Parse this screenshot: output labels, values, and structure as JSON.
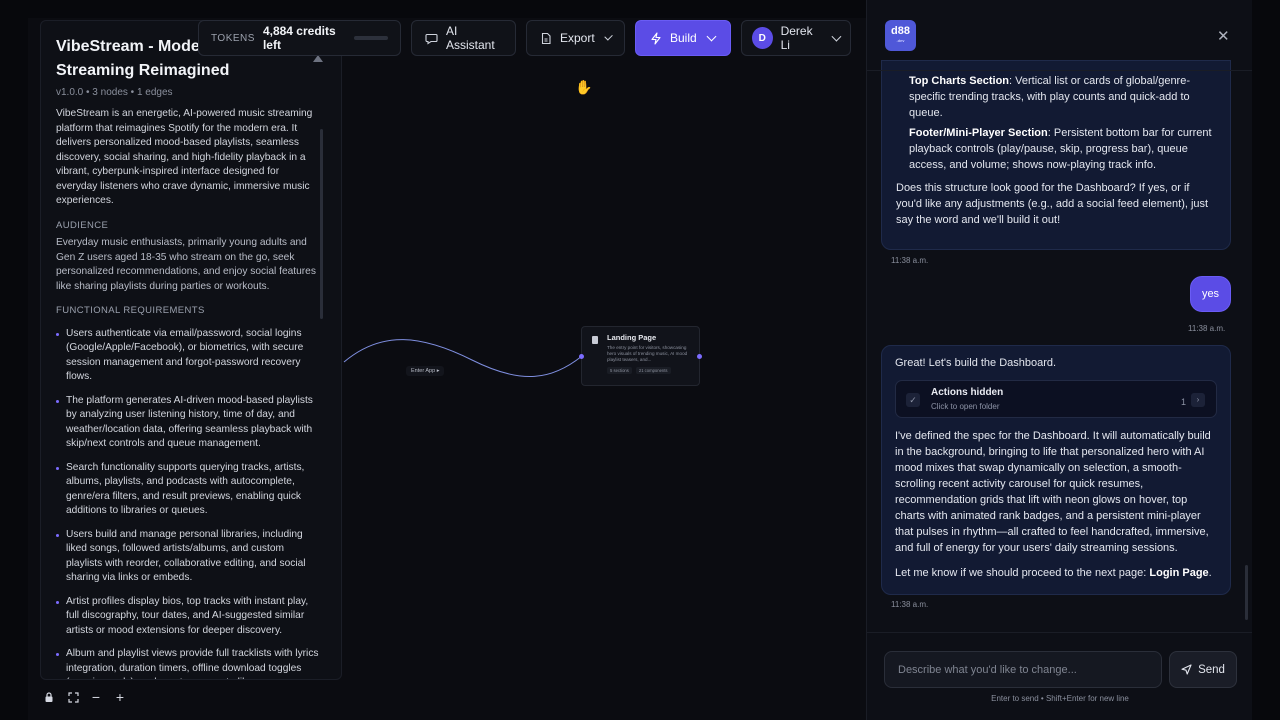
{
  "spec": {
    "title": "VibeStream - Modern Music Streaming Reimagined",
    "meta": "v1.0.0 • 3 nodes • 1 edges",
    "description": "VibeStream is an energetic, AI-powered music streaming platform that reimagines Spotify for the modern era. It delivers personalized mood-based playlists, seamless discovery, social sharing, and high-fidelity playback in a vibrant, cyberpunk-inspired interface designed for everyday listeners who crave dynamic, immersive music experiences.",
    "audience_label": "AUDIENCE",
    "audience": "Everyday music enthusiasts, primarily young adults and Gen Z users aged 18-35 who stream on the go, seek personalized recommendations, and enjoy social features like sharing playlists during parties or workouts.",
    "requirements_label": "FUNCTIONAL REQUIREMENTS",
    "requirements": [
      "Users authenticate via email/password, social logins (Google/Apple/Facebook), or biometrics, with secure session management and forgot-password recovery flows.",
      "The platform generates AI-driven mood-based playlists by analyzing user listening history, time of day, and weather/location data, offering seamless playback with skip/next controls and queue management.",
      "Search functionality supports querying tracks, artists, albums, playlists, and podcasts with autocomplete, genre/era filters, and result previews, enabling quick additions to libraries or queues.",
      "Users build and manage personal libraries, including liked songs, followed artists/albums, and custom playlists with reorder, collaborative editing, and social sharing via links or embeds.",
      "Artist profiles display bios, top tracks with instant play, full discography, tour dates, and AI-suggested similar artists or mood extensions for deeper discovery.",
      "Album and playlist views provide full tracklists with lyrics integration, duration timers, offline download toggles (premium only), and one-tap saves to library."
    ]
  },
  "toolbar": {
    "tokens_label": "TOKENS",
    "tokens_value": "4,884 credits left",
    "tokens_fraction": 0.15,
    "ai_label": "AI Assistant",
    "export_label": "Export",
    "build_label": "Build",
    "user_initial": "D",
    "user_name": "Derek Li"
  },
  "flow": {
    "edge_label": "Enter App",
    "node_title": "Landing Page",
    "node_desc": "The entry point for visitors, showcasing hero visuals of trending music, AI mood playlist teasers, and...",
    "node_tag_1": "5 sections",
    "node_tag_2": "21 components"
  },
  "chat": {
    "logo_text": "d88",
    "logo_sub": ".dev",
    "msg1_top_charts_title": "Top Charts Section",
    "msg1_top_charts_body": ": Vertical list or cards of global/genre-specific trending tracks, with play counts and quick-add to queue.",
    "msg1_footer_title": "Footer/Mini-Player Section",
    "msg1_footer_body": ": Persistent bottom bar for current playback controls (play/pause, skip, progress bar), queue access, and volume; shows now-playing track info.",
    "msg1_question": "Does this structure look good for the Dashboard? If yes, or if you'd like any adjustments (e.g., add a social feed element), just say the word and we'll build it out!",
    "msg1_time": "11:38 a.m.",
    "msg2_text": "yes",
    "msg2_time": "11:38 a.m.",
    "msg3_intro": "Great! Let's build the Dashboard.",
    "actions_title": "Actions hidden",
    "actions_sub": "Click to open folder",
    "actions_count": "1",
    "msg3_body": "I've defined the spec for the Dashboard. It will automatically build in the background, bringing to life that personalized hero with AI mood mixes that swap dynamically on selection, a smooth-scrolling recent activity carousel for quick resumes, recommendation grids that lift with neon glows on hover, top charts with animated rank badges, and a persistent mini-player that pulses in rhythm—all crafted to feel handcrafted, immersive, and full of energy for your users' daily streaming sessions.",
    "msg3_outro": "Let me know if we should proceed to the next page: ",
    "msg3_next_page": "Login Page",
    "msg3_outro_end": ".",
    "msg3_time": "11:38 a.m.",
    "input_placeholder": "Describe what you'd like to change...",
    "send_label": "Send",
    "hint": "Enter to send • Shift+Enter for new line"
  },
  "colors": {
    "accent": "#5b4ce6",
    "bubble": "#121a33",
    "background": "#0b0c11"
  }
}
